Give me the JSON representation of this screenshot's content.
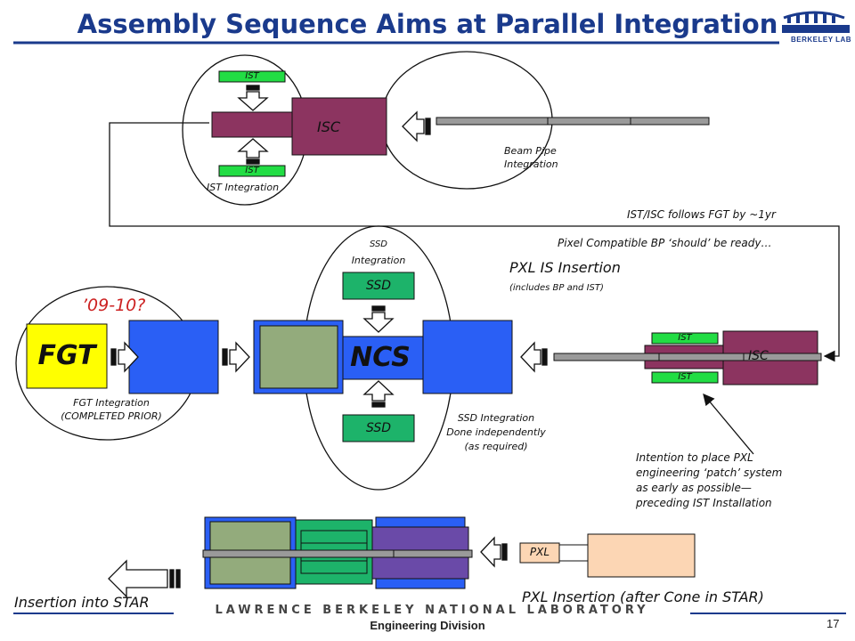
{
  "title": "Assembly Sequence Aims at Parallel Integration",
  "logo": {
    "text": "BERKELEY LAB"
  },
  "footer": {
    "banner": "LAWRENCE BERKELEY NATIONAL LABORATORY",
    "division": "Engineering Division",
    "page": "17"
  },
  "top": {
    "ist_label_top": "IST",
    "ist_label_bottom": "IST",
    "isc_label": "ISC",
    "ist_integration": "IST Integration",
    "beam_pipe_line1": "Beam Pipe",
    "beam_pipe_line2": "Integration"
  },
  "notes": {
    "follows": "IST/ISC follows FGT by ~1yr",
    "pixel_bp": "Pixel Compatible BP ‘should’ be ready…"
  },
  "middle": {
    "ssd_integration_line1": "SSD",
    "ssd_integration_line2": "Integration",
    "ssd_top": "SSD",
    "ssd_bottom": "SSD",
    "ncs": "NCS",
    "fgt": "FGT",
    "year": "’09-10?",
    "fgt_integration_line1": "FGT  Integration",
    "fgt_integration_line2": "(COMPLETED PRIOR)",
    "ssd_indep_line1": "SSD Integration",
    "ssd_indep_line2": "Done independently",
    "ssd_indep_line3": "(as required)",
    "pxl_is_title": "PXL IS Insertion",
    "pxl_is_sub": "(includes BP and IST)",
    "right_ist_top": "IST",
    "right_ist_bottom": "IST",
    "right_isc": "ISC"
  },
  "bottom": {
    "intention_line1": "Intention to place PXL",
    "intention_line2": "engineering ‘patch’ system",
    "intention_line3": "as early as possible—",
    "intention_line4": "preceding IST Installation",
    "pxl": "PXL",
    "pxl_insertion": "PXL Insertion (after Cone in STAR)",
    "insertion_star": "Insertion into STAR"
  },
  "colors": {
    "isc": "#8c3460",
    "ist": "#22dd44",
    "blue": "#2a5ff5",
    "green_gray": "#93ab7c",
    "fgt_yellow": "#ffff00",
    "teal": "#1db36a",
    "purple": "#6a4aa8",
    "pxl_peach": "#fcd6b4",
    "title_blue": "#1a3a8c"
  }
}
